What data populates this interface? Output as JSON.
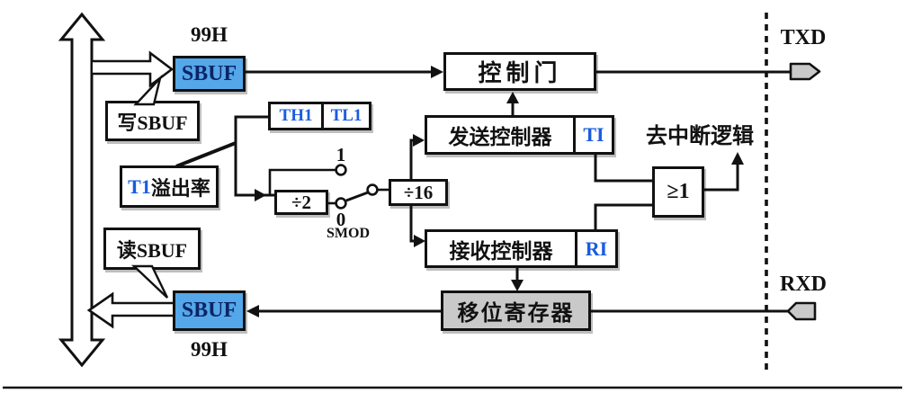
{
  "colors": {
    "sbuf_fill": "#54a7e9",
    "register_text_blue": "#1a5ce0",
    "gray_fill": "#c9c9c9",
    "line": "#111111"
  },
  "bus": {
    "name": "internal-data-bus"
  },
  "labels": {
    "addr_top": "99H",
    "addr_bottom": "99H",
    "sbuf_top": "SBUF",
    "sbuf_bottom": "SBUF",
    "write_sbuf": "写SBUF",
    "read_sbuf": "读SBUF",
    "t1_overflow_prefix": "T1",
    "t1_overflow_suffix": "溢出率",
    "th1": "TH1",
    "tl1": "TL1",
    "div2": "÷2",
    "div16": "÷16",
    "switch_pos1": "1",
    "switch_pos0": "0",
    "smod": "SMOD",
    "control_gate": "控制门",
    "tx_controller": "发送控制器",
    "ti": "TI",
    "rx_controller": "接收控制器",
    "ri": "RI",
    "or_gate": "≥1",
    "to_interrupt": "去中断逻辑",
    "shift_register": "移位寄存器",
    "txd": "TXD",
    "rxd": "RXD"
  }
}
